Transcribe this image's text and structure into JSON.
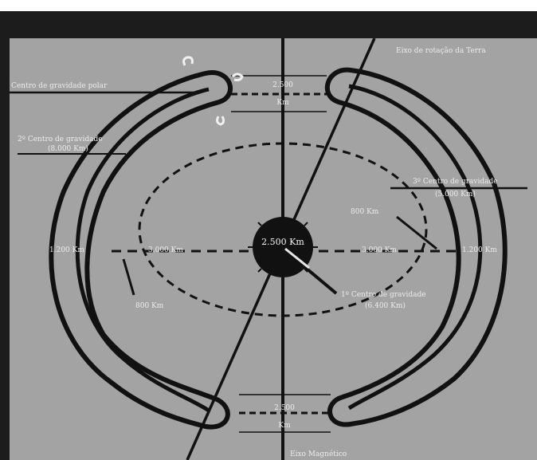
{
  "labels": {
    "rotation_axis": "Eixo de rotação da Terra",
    "polar_center": "Centro de gravidade polar",
    "center2": "2º Centro de gravidade",
    "center2_depth": "(8.000 Km)",
    "center3": "3º Centro de gravidade",
    "center3_depth": "(5.000 Km)",
    "center1": "1º Centro de gravidade",
    "center1_depth": "(6.400 Km)",
    "depth_top_a": "2.500",
    "depth_top_b": "Km",
    "depth_bottom_a": "2.500",
    "depth_bottom_b": "Km",
    "core": "2.500 Km",
    "left_outer": "1.200 Km",
    "left_inner": "3.000 Km",
    "right_inner": "3.000 Km",
    "right_outer": "1.200 Km",
    "ring_800_right": "800 Km",
    "ring_800_left": "800 Km",
    "magnetic_axis": "Eixo Magnético"
  },
  "colors": {
    "background": "#a3a3a3",
    "frame": "#1c1c1c",
    "structure": "#111111",
    "label_text": "#ececec"
  }
}
